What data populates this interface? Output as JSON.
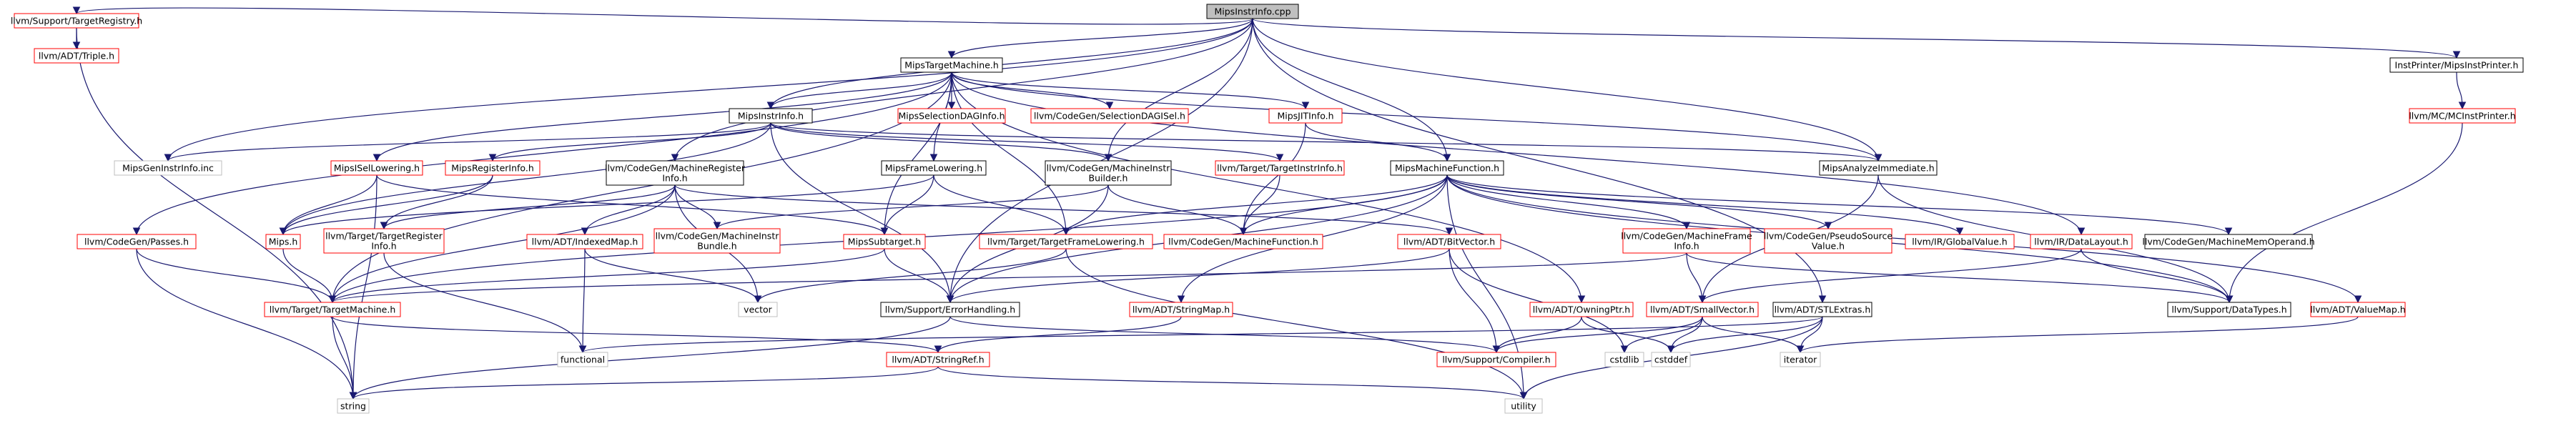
{
  "graph": {
    "nodes": [
      {
        "id": "root",
        "label": "MipsInstrInfo.cpp",
        "style": "root",
        "lines": [
          "MipsInstrInfo.cpp"
        ]
      },
      {
        "id": "tr",
        "label": "llvm/Support/TargetRegistry.h",
        "style": "red",
        "lines": [
          "llvm/Support/TargetRegistry.h"
        ]
      },
      {
        "id": "triple",
        "label": "llvm/ADT/Triple.h",
        "style": "red",
        "lines": [
          "llvm/ADT/Triple.h"
        ]
      },
      {
        "id": "mtm",
        "label": "MipsTargetMachine.h",
        "style": "black",
        "lines": [
          "MipsTargetMachine.h"
        ]
      },
      {
        "id": "iinfo",
        "label": "MipsInstrInfo.h",
        "style": "black",
        "lines": [
          "MipsInstrInfo.h"
        ]
      },
      {
        "id": "sdagi",
        "label": "MipsSelectionDAGInfo.h",
        "style": "red",
        "lines": [
          "MipsSelectionDAGInfo.h"
        ]
      },
      {
        "id": "cgsdag",
        "label": "llvm/CodeGen/SelectionDAGISel.h",
        "style": "red",
        "lines": [
          "llvm/CodeGen/SelectionDAGISel.h"
        ]
      },
      {
        "id": "jit",
        "label": "MipsJITInfo.h",
        "style": "red",
        "lines": [
          "MipsJITInfo.h"
        ]
      },
      {
        "id": "ipmips",
        "label": "InstPrinter/MipsInstPrinter.h",
        "style": "black",
        "lines": [
          "InstPrinter/MipsInstPrinter.h"
        ]
      },
      {
        "id": "mcip",
        "label": "llvm/MC/MCInstPrinter.h",
        "style": "red",
        "lines": [
          "llvm/MC/MCInstPrinter.h"
        ]
      },
      {
        "id": "geninc",
        "label": "MipsGenInstrInfo.inc",
        "style": "gray",
        "lines": [
          "MipsGenInstrInfo.inc"
        ]
      },
      {
        "id": "isel",
        "label": "MipsISelLowering.h",
        "style": "red",
        "lines": [
          "MipsISelLowering.h"
        ]
      },
      {
        "id": "reginfo",
        "label": "MipsRegisterInfo.h",
        "style": "red",
        "lines": [
          "MipsRegisterInfo.h"
        ]
      },
      {
        "id": "cgmri",
        "label": "llvm/CodeGen/MachineRegister Info.h",
        "style": "black",
        "lines": [
          "llvm/CodeGen/MachineRegister",
          "Info.h"
        ]
      },
      {
        "id": "mfl",
        "label": "MipsFrameLowering.h",
        "style": "black",
        "lines": [
          "MipsFrameLowering.h"
        ]
      },
      {
        "id": "cgmib",
        "label": "llvm/CodeGen/MachineInstr Builder.h",
        "style": "black",
        "lines": [
          "llvm/CodeGen/MachineInstr",
          "Builder.h"
        ]
      },
      {
        "id": "tti",
        "label": "llvm/Target/TargetInstrInfo.h",
        "style": "red",
        "lines": [
          "llvm/Target/TargetInstrInfo.h"
        ]
      },
      {
        "id": "mmf",
        "label": "MipsMachineFunction.h",
        "style": "black",
        "lines": [
          "MipsMachineFunction.h"
        ]
      },
      {
        "id": "mai",
        "label": "MipsAnalyzeImmediate.h",
        "style": "black",
        "lines": [
          "MipsAnalyzeImmediate.h"
        ]
      },
      {
        "id": "mips",
        "label": "Mips.h",
        "style": "red",
        "lines": [
          "Mips.h"
        ]
      },
      {
        "id": "ttri",
        "label": "llvm/Target/TargetRegister Info.h",
        "style": "red",
        "lines": [
          "llvm/Target/TargetRegister",
          "Info.h"
        ]
      },
      {
        "id": "passes",
        "label": "llvm/CodeGen/Passes.h",
        "style": "red",
        "lines": [
          "llvm/CodeGen/Passes.h"
        ]
      },
      {
        "id": "idxmap",
        "label": "llvm/ADT/IndexedMap.h",
        "style": "red",
        "lines": [
          "llvm/ADT/IndexedMap.h"
        ]
      },
      {
        "id": "cgmibundle",
        "label": "llvm/CodeGen/MachineInstr Bundle.h",
        "style": "red",
        "lines": [
          "llvm/CodeGen/MachineInstr",
          "Bundle.h"
        ]
      },
      {
        "id": "subtgt",
        "label": "MipsSubtarget.h",
        "style": "red",
        "lines": [
          "MipsSubtarget.h"
        ]
      },
      {
        "id": "tfl",
        "label": "llvm/Target/TargetFrameLowering.h",
        "style": "red",
        "lines": [
          "llvm/Target/TargetFrameLowering.h"
        ]
      },
      {
        "id": "cgmf",
        "label": "llvm/CodeGen/MachineFunction.h",
        "style": "red",
        "lines": [
          "llvm/CodeGen/MachineFunction.h"
        ]
      },
      {
        "id": "bitvec",
        "label": "llvm/ADT/BitVector.h",
        "style": "red",
        "lines": [
          "llvm/ADT/BitVector.h"
        ]
      },
      {
        "id": "cgmfi",
        "label": "llvm/CodeGen/MachineFrame Info.h",
        "style": "red",
        "lines": [
          "llvm/CodeGen/MachineFrame",
          "Info.h"
        ]
      },
      {
        "id": "cgpsv",
        "label": "llvm/CodeGen/PseudoSource Value.h",
        "style": "red",
        "lines": [
          "llvm/CodeGen/PseudoSource",
          "Value.h"
        ]
      },
      {
        "id": "gv",
        "label": "llvm/IR/GlobalValue.h",
        "style": "red",
        "lines": [
          "llvm/IR/GlobalValue.h"
        ]
      },
      {
        "id": "dl",
        "label": "llvm/IR/DataLayout.h",
        "style": "red",
        "lines": [
          "llvm/IR/DataLayout.h"
        ]
      },
      {
        "id": "cgmmo",
        "label": "llvm/CodeGen/MachineMemOperand.h",
        "style": "black",
        "lines": [
          "llvm/CodeGen/MachineMemOperand.h"
        ]
      },
      {
        "id": "ttm",
        "label": "llvm/Target/TargetMachine.h",
        "style": "red",
        "lines": [
          "llvm/Target/TargetMachine.h"
        ]
      },
      {
        "id": "vector",
        "label": "vector",
        "style": "gray",
        "lines": [
          "vector"
        ]
      },
      {
        "id": "errh",
        "label": "llvm/Support/ErrorHandling.h",
        "style": "black",
        "lines": [
          "llvm/Support/ErrorHandling.h"
        ]
      },
      {
        "id": "strmap",
        "label": "llvm/ADT/StringMap.h",
        "style": "red",
        "lines": [
          "llvm/ADT/StringMap.h"
        ]
      },
      {
        "id": "ownptr",
        "label": "llvm/ADT/OwningPtr.h",
        "style": "red",
        "lines": [
          "llvm/ADT/OwningPtr.h"
        ]
      },
      {
        "id": "smallvec",
        "label": "llvm/ADT/SmallVector.h",
        "style": "red",
        "lines": [
          "llvm/ADT/SmallVector.h"
        ]
      },
      {
        "id": "stlextras",
        "label": "llvm/ADT/STLExtras.h",
        "style": "black",
        "lines": [
          "llvm/ADT/STLExtras.h"
        ]
      },
      {
        "id": "datatypes",
        "label": "llvm/Support/DataTypes.h",
        "style": "black",
        "lines": [
          "llvm/Support/DataTypes.h"
        ]
      },
      {
        "id": "valuemap",
        "label": "llvm/ADT/ValueMap.h",
        "style": "red",
        "lines": [
          "llvm/ADT/ValueMap.h"
        ]
      },
      {
        "id": "functional",
        "label": "functional",
        "style": "gray",
        "lines": [
          "functional"
        ]
      },
      {
        "id": "strref",
        "label": "llvm/ADT/StringRef.h",
        "style": "red",
        "lines": [
          "llvm/ADT/StringRef.h"
        ]
      },
      {
        "id": "compiler",
        "label": "llvm/Support/Compiler.h",
        "style": "red",
        "lines": [
          "llvm/Support/Compiler.h"
        ]
      },
      {
        "id": "cstdlib",
        "label": "cstdlib",
        "style": "gray",
        "lines": [
          "cstdlib"
        ]
      },
      {
        "id": "cstddef",
        "label": "cstddef",
        "style": "gray",
        "lines": [
          "cstddef"
        ]
      },
      {
        "id": "iterator",
        "label": "iterator",
        "style": "gray",
        "lines": [
          "iterator"
        ]
      },
      {
        "id": "string",
        "label": "string",
        "style": "gray",
        "lines": [
          "string"
        ]
      },
      {
        "id": "utility",
        "label": "utility",
        "style": "gray",
        "lines": [
          "utility"
        ]
      }
    ],
    "edges": [
      [
        "root",
        "tr"
      ],
      [
        "root",
        "mtm"
      ],
      [
        "root",
        "iinfo"
      ],
      [
        "root",
        "geninc"
      ],
      [
        "root",
        "cgmri"
      ],
      [
        "root",
        "cgmib"
      ],
      [
        "root",
        "mmf"
      ],
      [
        "root",
        "mai"
      ],
      [
        "root",
        "errh"
      ],
      [
        "root",
        "ipmips"
      ],
      [
        "root",
        "stlextras"
      ],
      [
        "tr",
        "triple"
      ],
      [
        "tr",
        "string"
      ],
      [
        "ipmips",
        "mcip"
      ],
      [
        "mcip",
        "datatypes"
      ],
      [
        "mtm",
        "iinfo"
      ],
      [
        "mtm",
        "sdagi"
      ],
      [
        "mtm",
        "cgsdag"
      ],
      [
        "mtm",
        "jit"
      ],
      [
        "mtm",
        "mfl"
      ],
      [
        "mtm",
        "isel"
      ],
      [
        "mtm",
        "subtgt"
      ],
      [
        "mtm",
        "ttm"
      ],
      [
        "mtm",
        "passes"
      ],
      [
        "mtm",
        "dl"
      ],
      [
        "mtm",
        "tfl"
      ],
      [
        "mtm",
        "mai"
      ],
      [
        "mtm",
        "ownptr"
      ],
      [
        "iinfo",
        "geninc"
      ],
      [
        "iinfo",
        "mips"
      ],
      [
        "iinfo",
        "reginfo"
      ],
      [
        "iinfo",
        "cgmib"
      ],
      [
        "iinfo",
        "tti"
      ],
      [
        "iinfo",
        "mai"
      ],
      [
        "iinfo",
        "errh"
      ],
      [
        "jit",
        "mmf"
      ],
      [
        "jit",
        "cgmf"
      ],
      [
        "isel",
        "mips"
      ],
      [
        "isel",
        "subtgt"
      ],
      [
        "isel",
        "string"
      ],
      [
        "reginfo",
        "mips"
      ],
      [
        "reginfo",
        "ttri"
      ],
      [
        "cgmri",
        "idxmap"
      ],
      [
        "cgmri",
        "cgmibundle"
      ],
      [
        "cgmri",
        "bitvec"
      ],
      [
        "cgmri",
        "vector"
      ],
      [
        "cgmri",
        "ttm"
      ],
      [
        "cgmri",
        "ttri"
      ],
      [
        "mfl",
        "mips"
      ],
      [
        "mfl",
        "subtgt"
      ],
      [
        "mfl",
        "tfl"
      ],
      [
        "cgmib",
        "cgmf"
      ],
      [
        "cgmib",
        "cgmibundle"
      ],
      [
        "cgmib",
        "errh"
      ],
      [
        "tti",
        "cgmf"
      ],
      [
        "mmf",
        "cgmf"
      ],
      [
        "mmf",
        "cgmfi"
      ],
      [
        "mmf",
        "cgpsv"
      ],
      [
        "mmf",
        "gv"
      ],
      [
        "mmf",
        "cgmmo"
      ],
      [
        "mmf",
        "strmap"
      ],
      [
        "mmf",
        "tfl"
      ],
      [
        "mmf",
        "ttm"
      ],
      [
        "mmf",
        "utility"
      ],
      [
        "mmf",
        "valuemap"
      ],
      [
        "mmf",
        "datatypes"
      ],
      [
        "mmf",
        "errh"
      ],
      [
        "mai",
        "smallvec"
      ],
      [
        "mai",
        "datatypes"
      ],
      [
        "mips",
        "ttm"
      ],
      [
        "ttri",
        "functional"
      ],
      [
        "passes",
        "ttm"
      ],
      [
        "passes",
        "string"
      ],
      [
        "idxmap",
        "vector"
      ],
      [
        "idxmap",
        "functional"
      ],
      [
        "subtgt",
        "errh"
      ],
      [
        "subtgt",
        "ttm"
      ],
      [
        "tfl",
        "vector"
      ],
      [
        "tfl",
        "utility"
      ],
      [
        "bitvec",
        "errh"
      ],
      [
        "bitvec",
        "compiler"
      ],
      [
        "bitvec",
        "cstdlib"
      ],
      [
        "cgmfi",
        "smallvec"
      ],
      [
        "cgmfi",
        "datatypes"
      ],
      [
        "cgmfi",
        "ttm"
      ],
      [
        "dl",
        "datatypes"
      ],
      [
        "dl",
        "smallvec"
      ],
      [
        "ttm",
        "strref"
      ],
      [
        "ttm",
        "string"
      ],
      [
        "errh",
        "compiler"
      ],
      [
        "errh",
        "string"
      ],
      [
        "strmap",
        "strref"
      ],
      [
        "ownptr",
        "compiler"
      ],
      [
        "ownptr",
        "cstddef"
      ],
      [
        "smallvec",
        "compiler"
      ],
      [
        "smallvec",
        "cstdlib"
      ],
      [
        "smallvec",
        "cstddef"
      ],
      [
        "smallvec",
        "iterator"
      ],
      [
        "stlextras",
        "cstddef"
      ],
      [
        "stlextras",
        "iterator"
      ],
      [
        "stlextras",
        "functional"
      ],
      [
        "stlextras",
        "utility"
      ],
      [
        "valuemap",
        "iterator"
      ],
      [
        "strref",
        "string"
      ],
      [
        "strref",
        "utility"
      ]
    ]
  },
  "colors": {
    "edge": "#191970",
    "border_black": "#000000",
    "border_red": "#ff0000",
    "border_gray": "#bfbfbf",
    "root_fill": "#bfbfbf",
    "text": "#000000"
  }
}
